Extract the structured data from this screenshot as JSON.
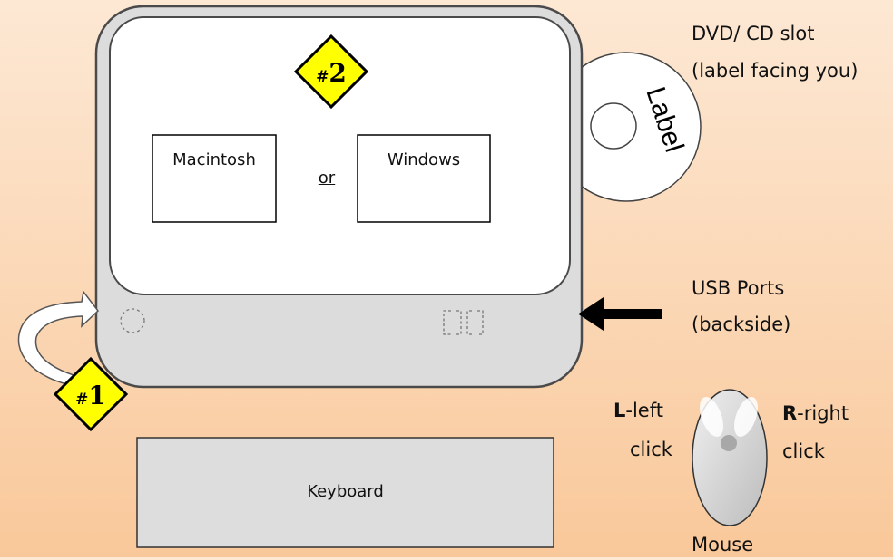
{
  "screen_options": {
    "mac_label": "Macintosh",
    "or_label": "or",
    "windows_label": "Windows"
  },
  "badges": {
    "step2": {
      "hash": "#",
      "num": "2"
    },
    "step1": {
      "hash": "#",
      "num": "1"
    }
  },
  "disc": {
    "title_line1": "DVD/ CD slot",
    "title_line2": "(label facing you)",
    "disc_label": "Label"
  },
  "usb": {
    "title_line1": "USB Ports",
    "title_line2": "(backside)"
  },
  "keyboard": {
    "label": "Keyboard"
  },
  "mouse": {
    "left_key": "L",
    "left_text": "-left",
    "left_line2": "click",
    "right_key": "R",
    "right_text": "-right",
    "right_line2": "click",
    "label": "Mouse"
  },
  "colors": {
    "background_top": "#fde8d4",
    "background_bottom": "#f9c89a",
    "monitor_bezel": "#dcdcdc",
    "screen": "#ffffff",
    "badge": "#ffff00",
    "keyboard": "#dddddd",
    "mouse": "#d6d6d6"
  }
}
